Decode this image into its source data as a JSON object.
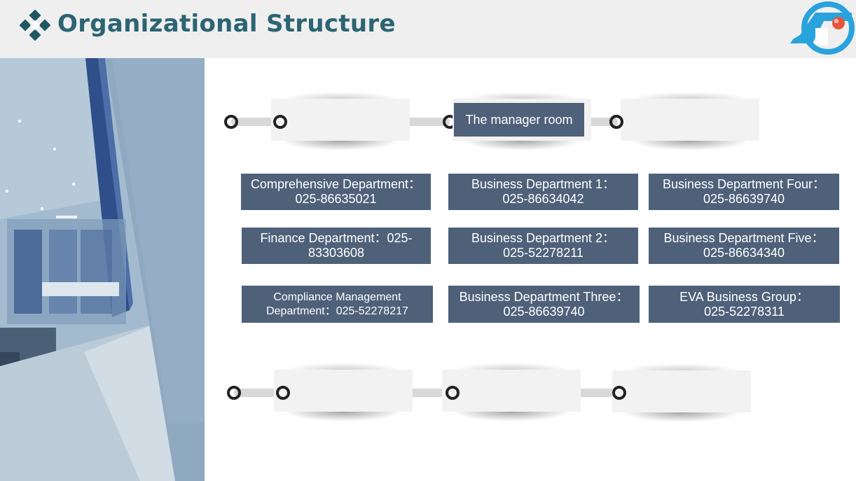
{
  "header": {
    "title": "Organizational Structure",
    "title_icon": "diamond-icon",
    "logo": "company-logo",
    "accent_color": "#2c6474"
  },
  "top_row": {
    "manager_label": "The manager room"
  },
  "departments": [
    {
      "line1": "Comprehensive Department：",
      "line2": "025-86635021"
    },
    {
      "line1": "Business Department 1：",
      "line2": "025-86634042"
    },
    {
      "line1": "Business Department Four：",
      "line2": "025-86639740"
    },
    {
      "line1": "Finance Department：025-",
      "line2": "83303608"
    },
    {
      "line1": "Business Department 2：",
      "line2": "025-52278211"
    },
    {
      "line1": "Business Department Five：",
      "line2": "025-86634340"
    },
    {
      "line1": "Compliance Management",
      "line2": "Department：025-52278217"
    },
    {
      "line1": "Business Department Three：",
      "line2": "025-86639740"
    },
    {
      "line1": "EVA Business Group：",
      "line2": "025-52278311"
    }
  ],
  "colors": {
    "box_fill": "#4e6179",
    "box_text": "#ffffff",
    "header_bg": "#efefef"
  }
}
